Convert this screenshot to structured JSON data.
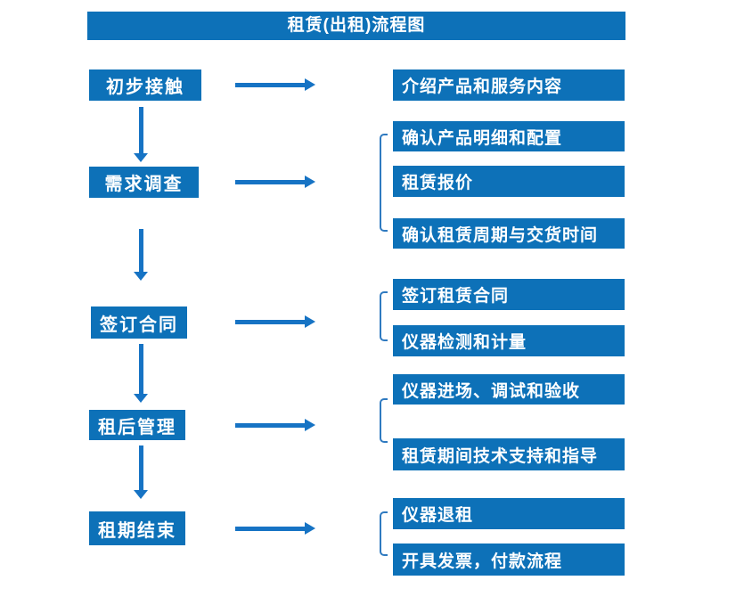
{
  "title": "租赁(出租)流程图",
  "colors": {
    "box_blue": "#0d71b8",
    "arrow_blue": "#1673c4",
    "bracket_blue": "#2f7ac0",
    "text_white": "#ffffff"
  },
  "groups": [
    {
      "step": "初步接触",
      "outputs": [
        "介绍产品和服务内容"
      ]
    },
    {
      "step": "需求调查",
      "outputs": [
        "确认产品明细和配置",
        "租赁报价",
        "确认租赁周期与交货时间"
      ]
    },
    {
      "step": "签订合同",
      "outputs": [
        "签订租赁合同",
        "仪器检测和计量"
      ]
    },
    {
      "step": "租后管理",
      "outputs": [
        "仪器进场、调试和验收",
        "租赁期间技术支持和指导"
      ]
    },
    {
      "step": "租期结束",
      "outputs": [
        "仪器退租",
        "开具发票，付款流程"
      ]
    }
  ]
}
